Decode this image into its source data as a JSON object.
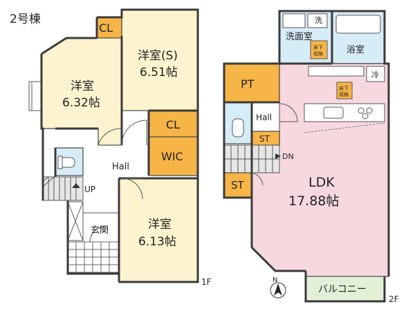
{
  "building_label": "2号棟",
  "colors": {
    "room_yellow": "#fdf4cf",
    "closet_orange": "#f7b547",
    "wet_blue": "#d6ecf7",
    "ldk_pink": "#f7d8df",
    "stairs_grey": "#e6e6e6",
    "balcony_green": "#e3f0d8"
  },
  "floor1": {
    "label": "1F",
    "rooms": {
      "cl_top": "CL",
      "western_left": {
        "name": "洋室",
        "area": "6.32帖"
      },
      "western_s": {
        "name": "洋室(S)",
        "area": "6.51帖"
      },
      "cl_mid": "CL",
      "wic": "WIC",
      "hall": "Hall",
      "up": "UP",
      "entrance": "玄関",
      "western_bottom": {
        "name": "洋室",
        "area": "6.13帖"
      }
    }
  },
  "floor2": {
    "label": "2F",
    "rooms": {
      "wash_char": "洗",
      "washroom": "洗面室",
      "underfloor_1": [
        "床下",
        "収納"
      ],
      "bath": "浴室",
      "fridge": "冷",
      "underfloor_2": [
        "床下",
        "収納"
      ],
      "pt": "PT",
      "hall": "Hall",
      "st_upper": "ST",
      "dn": "DN",
      "st_lower": "ST",
      "ldk": {
        "name": "LDK",
        "area": "17.88帖"
      },
      "balcony": "バルコニー"
    }
  },
  "compass": "N"
}
